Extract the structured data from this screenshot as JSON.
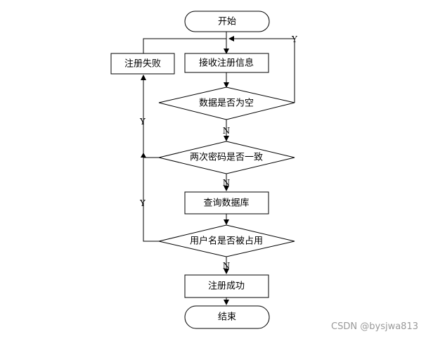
{
  "nodes": {
    "start": "开始",
    "receive_info": "接收注册信息",
    "register_fail": "注册失败",
    "check_empty": "数据是否为空",
    "check_password": "两次密码是否一致",
    "query_db": "查询数据库",
    "check_username": "用户名是否被占用",
    "register_success": "注册成功",
    "end": "结束"
  },
  "edge_labels": {
    "empty_yes": "Y",
    "empty_no": "N",
    "password_yes": "Y",
    "password_no": "N",
    "username_yes": "Y",
    "username_no": "N"
  },
  "watermark": "CSDN @bysjwa813"
}
